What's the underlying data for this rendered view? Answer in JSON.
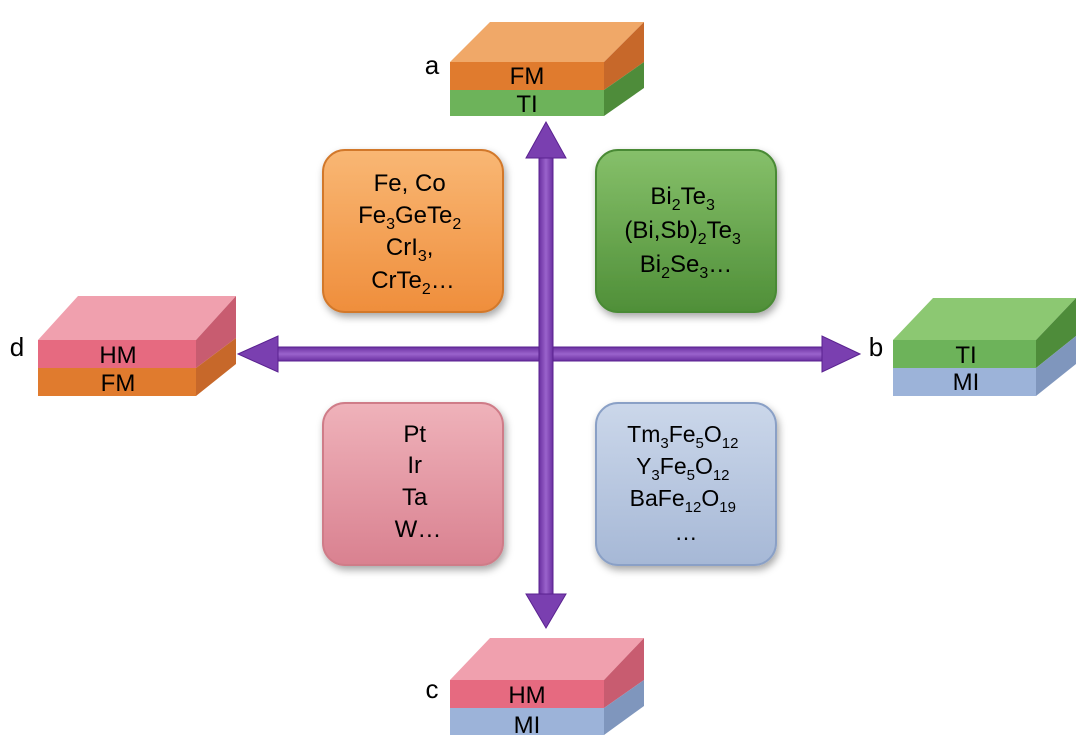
{
  "colors": {
    "fm": "#e07b2e",
    "ti": "#6db35a",
    "hm": "#e66a80",
    "mi": "#9cb3d9",
    "arrow": "#7a3fb0",
    "box_fm": "#f3a25a",
    "box_ti": "#6aa64a",
    "box_hm": "#e79aa5",
    "box_mi": "#b9c8e0"
  },
  "slabs": {
    "a": {
      "label": "a",
      "top": "FM",
      "bottom": "TI"
    },
    "b": {
      "label": "b",
      "top": "TI",
      "bottom": "MI"
    },
    "c": {
      "label": "c",
      "top": "HM",
      "bottom": "MI"
    },
    "d": {
      "label": "d",
      "top": "HM",
      "bottom": "FM"
    }
  },
  "boxes": {
    "fm": {
      "l1": "Fe, Co",
      "l2a": "Fe",
      "l2b": "3",
      "l2c": "GeTe",
      "l2d": "2",
      "l3a": "CrI",
      "l3b": "3",
      "l3c": ",",
      "l4a": "CrTe",
      "l4b": "2",
      "l4c": "…"
    },
    "ti": {
      "l1a": "Bi",
      "l1b": "2",
      "l1c": "Te",
      "l1d": "3",
      "l2a": "(Bi,Sb)",
      "l2b": "2",
      "l2c": "Te",
      "l2d": "3",
      "l3a": "Bi",
      "l3b": "2",
      "l3c": "Se",
      "l3d": "3",
      "l3e": "…"
    },
    "hm": {
      "l1": "Pt",
      "l2": "Ir",
      "l3": "Ta",
      "l4": "W…"
    },
    "mi": {
      "l1a": "Tm",
      "l1b": "3",
      "l1c": "Fe",
      "l1d": "5",
      "l1e": "O",
      "l1f": "12",
      "l2a": "Y",
      "l2b": "3",
      "l2c": "Fe",
      "l2d": "5",
      "l2e": "O",
      "l2f": "12",
      "l3a": "BaFe",
      "l3b": "12",
      "l3c": "O",
      "l3d": "19",
      "l4": "…"
    }
  }
}
